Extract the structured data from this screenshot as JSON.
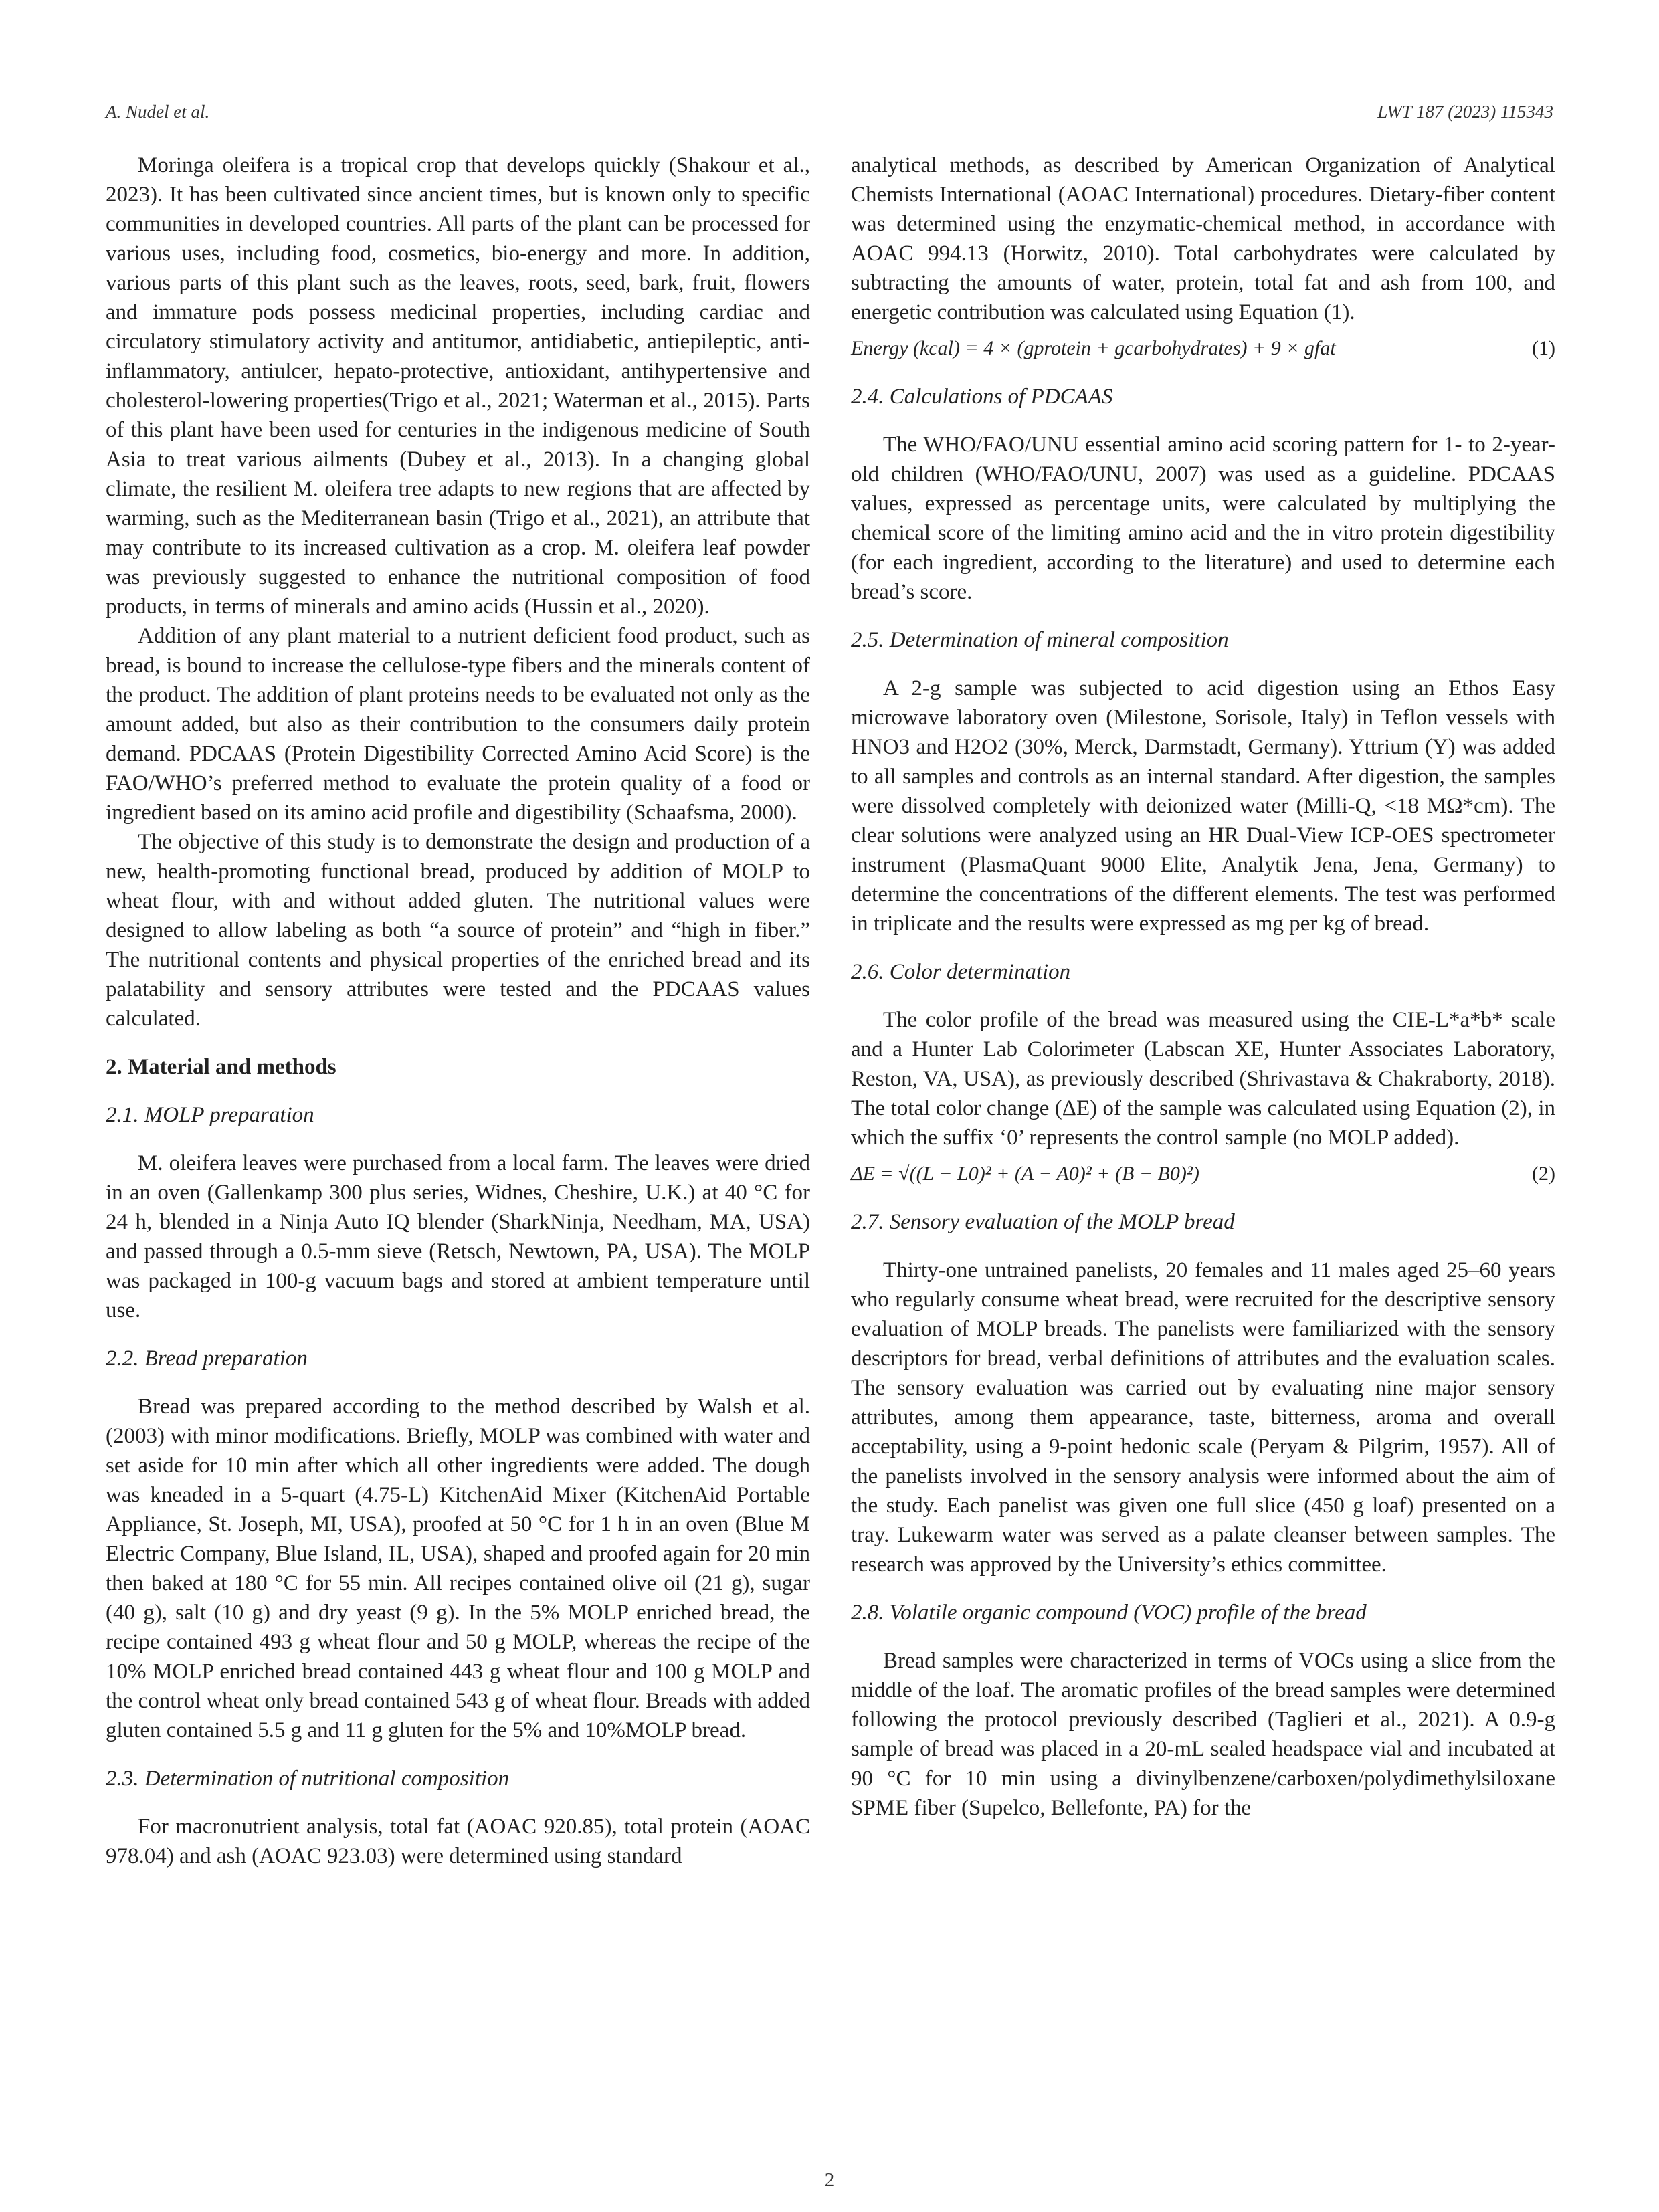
{
  "header": {
    "left": "A. Nudel et al.",
    "right": "LWT 187 (2023) 115343"
  },
  "left": {
    "p1": "Moringa oleifera is a tropical crop that develops quickly (Shakour et al., 2023). It has been cultivated since ancient times, but is known only to specific communities in developed countries. All parts of the plant can be processed for various uses, including food, cosmetics, bio-energy and more. In addition, various parts of this plant such as the leaves, roots, seed, bark, fruit, flowers and immature pods possess medicinal properties, including cardiac and circulatory stimulatory activity and antitumor, antidiabetic, antiepileptic, anti-inflammatory, antiulcer, hepato-protective, antioxidant, antihypertensive and cholesterol-lowering properties(Trigo et al., 2021; Waterman et al., 2015). Parts of this plant have been used for centuries in the indigenous medicine of South Asia to treat various ailments (Dubey et al., 2013). In a changing global climate, the resilient M. oleifera tree adapts to new regions that are affected by warming, such as the Mediterranean basin (Trigo et al., 2021), an attribute that may contribute to its increased cultivation as a crop. M. oleifera leaf powder was previously suggested to enhance the nutritional composition of food products, in terms of minerals and amino acids (Hussin et al., 2020).",
    "p2": "Addition of any plant material to a nutrient deficient food product, such as bread, is bound to increase the cellulose-type fibers and the minerals content of the product. The addition of plant proteins needs to be evaluated not only as the amount added, but also as their contribution to the consumers daily protein demand. PDCAAS (Protein Digestibility Corrected Amino Acid Score) is the FAO/WHO’s preferred method to evaluate the protein quality of a food or ingredient based on its amino acid profile and digestibility (Schaafsma, 2000).",
    "p3": "The objective of this study is to demonstrate the design and production of a new, health-promoting functional bread, produced by addition of MOLP to wheat flour, with and without added gluten. The nutritional values were designed to allow labeling as both “a source of protein” and “high in fiber.” The nutritional contents and physical properties of the enriched bread and its palatability and sensory attributes were tested and the PDCAAS values calculated.",
    "sec2": "2.  Material and methods",
    "sub21": "2.1.  MOLP preparation",
    "p21": "M. oleifera leaves were purchased from a local farm. The leaves were dried in an oven (Gallenkamp 300 plus series, Widnes, Cheshire, U.K.) at 40 °C for 24 h, blended in a Ninja Auto IQ blender (SharkNinja, Needham, MA, USA) and passed through a 0.5-mm sieve (Retsch, Newtown, PA, USA). The MOLP was packaged in 100-g vacuum bags and stored at ambient temperature until use.",
    "sub22": "2.2.  Bread preparation",
    "p22": "Bread was prepared according to the method described by Walsh et al. (2003) with minor modifications. Briefly, MOLP was combined with water and set aside for 10 min after which all other ingredients were added. The dough was kneaded in a 5-quart (4.75-L) KitchenAid Mixer (KitchenAid Portable Appliance, St. Joseph, MI, USA), proofed at 50 °C for 1 h in an oven (Blue M Electric Company, Blue Island, IL, USA), shaped and proofed again for 20 min then baked at 180 °C for 55 min. All recipes contained olive oil (21 g), sugar (40 g), salt (10 g) and dry yeast (9 g). In the 5% MOLP enriched bread, the recipe contained 493 g wheat flour and 50 g MOLP, whereas the recipe of the 10% MOLP enriched bread contained 443 g wheat flour and 100 g MOLP and the control wheat only bread contained 543 g of wheat flour. Breads with added gluten contained 5.5 g and 11 g gluten for the 5% and 10%MOLP bread.",
    "sub23": "2.3.  Determination of nutritional composition",
    "p23": "For macronutrient analysis, total fat (AOAC 920.85), total protein (AOAC 978.04) and ash (AOAC 923.03) were determined using standard"
  },
  "right": {
    "p0": "analytical methods, as described by American Organization of Analytical Chemists International (AOAC International) procedures. Dietary-fiber content was determined using the enzymatic-chemical method, in accordance with AOAC 994.13 (Horwitz, 2010). Total carbohydrates were calculated by subtracting the amounts of water, protein, total fat and ash from 100, and energetic contribution was calculated using Equation (1).",
    "eq1_lhs": "Energy (kcal) = 4 × (gprotein + gcarbohydrates) + 9 × gfat",
    "eq1_num": "(1)",
    "sub24": "2.4.  Calculations of PDCAAS",
    "p24": "The WHO/FAO/UNU essential amino acid scoring pattern for 1- to 2-year-old children (WHO/FAO/UNU, 2007) was used as a guideline. PDCAAS values, expressed as percentage units, were calculated by multiplying the chemical score of the limiting amino acid and the in vitro protein digestibility (for each ingredient, according to the literature) and used to determine each bread’s score.",
    "sub25": "2.5.  Determination of mineral composition",
    "p25": "A 2-g sample was subjected to acid digestion using an Ethos Easy microwave laboratory oven (Milestone, Sorisole, Italy) in Teflon vessels with HNO3 and H2O2 (30%, Merck, Darmstadt, Germany). Yttrium (Y) was added to all samples and controls as an internal standard. After digestion, the samples were dissolved completely with deionized water (Milli-Q, <18 MΩ*cm). The clear solutions were analyzed using an HR Dual-View ICP-OES spectrometer instrument (PlasmaQuant 9000 Elite, Analytik Jena, Jena, Germany) to determine the concentrations of the different elements. The test was performed in triplicate and the results were expressed as mg per kg of bread.",
    "sub26": "2.6.  Color determination",
    "p26": "The color profile of the bread was measured using the CIE-L*a*b* scale and a Hunter Lab Colorimeter (Labscan XE, Hunter Associates Laboratory, Reston, VA, USA), as previously described (Shrivastava & Chakraborty, 2018). The total color change (ΔE) of the sample was calculated using Equation (2), in which the suffix ‘0’ represents the control sample (no MOLP added).",
    "eq2_lhs": "ΔE = √((L − L0)² + (A − A0)² + (B − B0)²)",
    "eq2_num": "(2)",
    "sub27": "2.7.  Sensory evaluation of the MOLP bread",
    "p27": "Thirty-one untrained panelists, 20 females and 11 males aged 25–60 years who regularly consume wheat bread, were recruited for the descriptive sensory evaluation of MOLP breads. The panelists were familiarized with the sensory descriptors for bread, verbal definitions of attributes and the evaluation scales. The sensory evaluation was carried out by evaluating nine major sensory attributes, among them appearance, taste, bitterness, aroma and overall acceptability, using a 9-point hedonic scale (Peryam & Pilgrim, 1957). All of the panelists involved in the sensory analysis were informed about the aim of the study. Each panelist was given one full slice (450 g loaf) presented on a tray. Lukewarm water was served as a palate cleanser between samples. The research was approved by the University’s ethics committee.",
    "sub28": "2.8.  Volatile organic compound (VOC) profile of the bread",
    "p28": "Bread samples were characterized in terms of VOCs using a slice from the middle of the loaf. The aromatic profiles of the bread samples were determined following the protocol previously described (Taglieri et al., 2021). A 0.9-g sample of bread was placed in a 20-mL sealed headspace vial and incubated at 90 °C for 10 min using a divinylbenzene/carboxen/polydimethylsiloxane SPME fiber (Supelco, Bellefonte, PA) for the"
  },
  "footer": {
    "page": "2"
  }
}
